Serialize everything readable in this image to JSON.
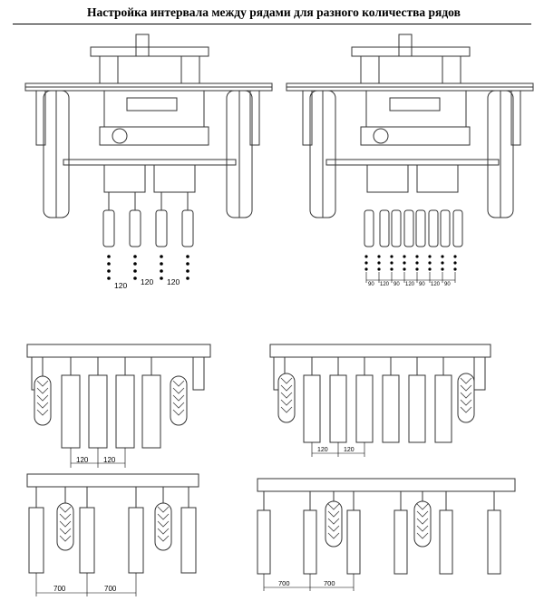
{
  "title": "Настройка интервала между рядами для разного количества рядов",
  "top_left_machine": {
    "spacing_labels": [
      "120",
      "120",
      "120"
    ]
  },
  "top_right_machine": {
    "spacing_labels": [
      "90",
      "120",
      "90",
      "120",
      "90",
      "120",
      "90"
    ]
  },
  "scheme_a": {
    "spacing_labels": [
      "120",
      "120"
    ]
  },
  "scheme_b": {
    "spacing_labels": [
      "120",
      "120"
    ]
  },
  "scheme_c": {
    "spacing_labels": [
      "700",
      "700"
    ]
  },
  "scheme_d": {
    "spacing_labels": [
      "700",
      "700"
    ]
  }
}
